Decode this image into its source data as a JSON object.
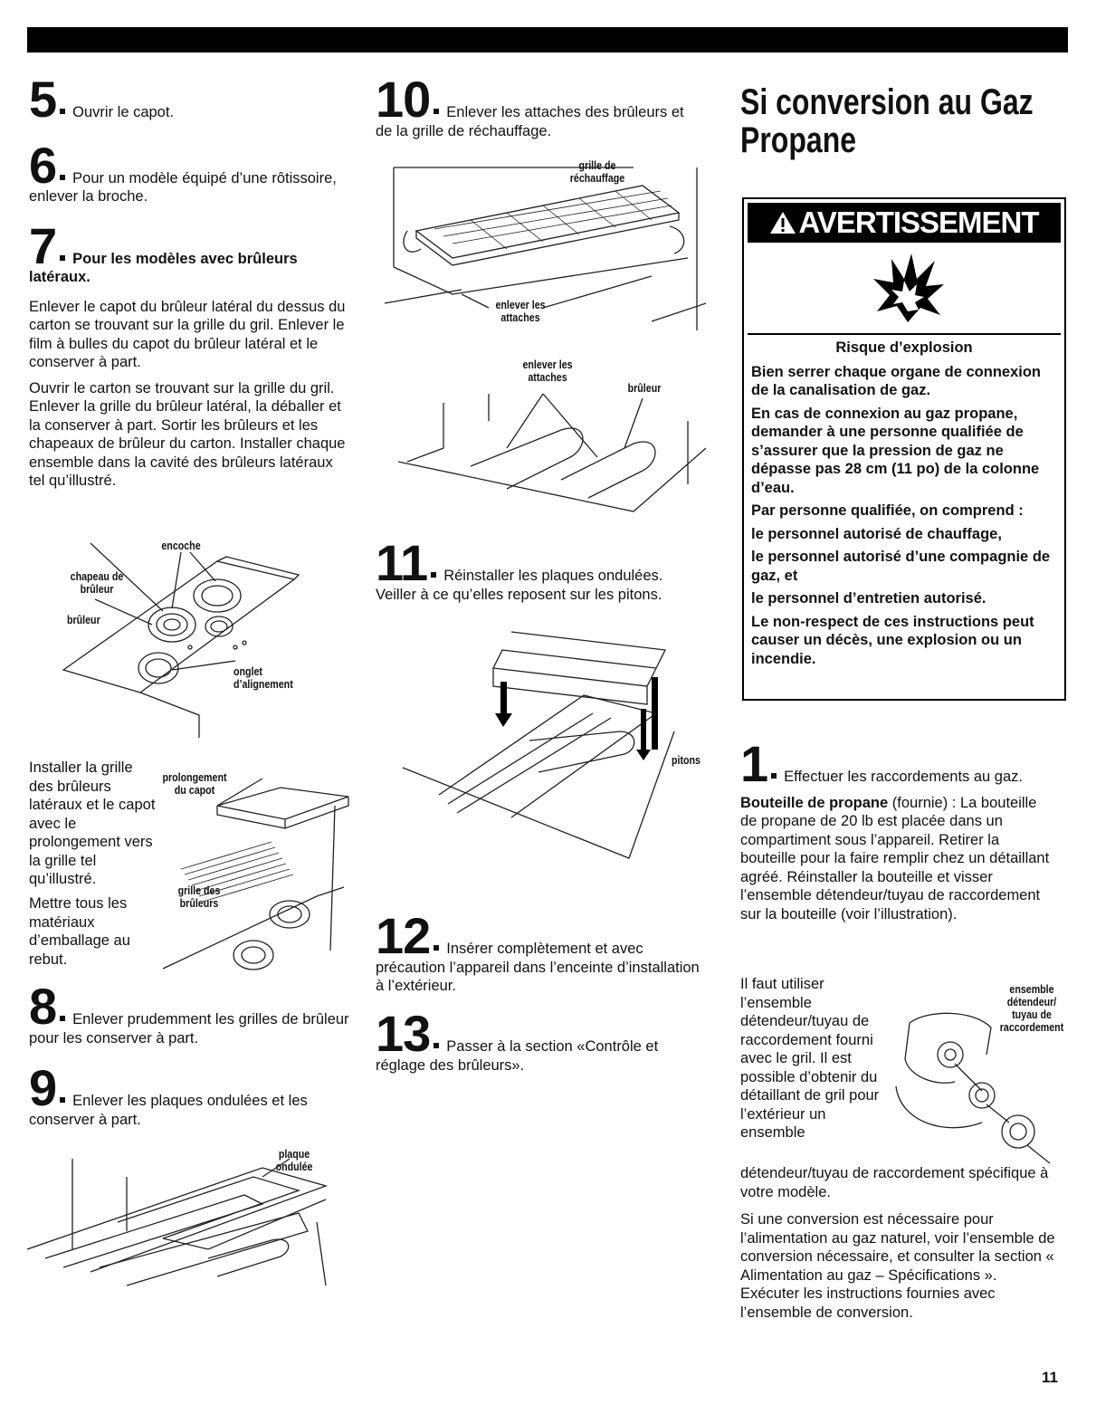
{
  "steps": {
    "s5": {
      "num": "5",
      "text": "Ouvrir le capot."
    },
    "s6": {
      "num": "6",
      "text": "Pour un modèle équipé d’une rôtissoire, enlever la broche."
    },
    "s7": {
      "num": "7",
      "heading": "Pour les modèles avec brûleurs latéraux.",
      "p1": "Enlever le capot du brûleur latéral du dessus du carton se trouvant sur la grille du gril. Enlever le film à bulles du capot du brûleur latéral et le conserver à part.",
      "p2": "Ouvrir le carton se trouvant sur la grille du gril. Enlever la grille du brûleur latéral, la déballer et la conserver à part. Sortir les brûleurs et les chapeaux de brûleur du carton. Installer chaque ensemble dans la cavité des brûleurs latéraux tel qu’illustré.",
      "p3": "Installer la grille des brûleurs latéraux et le capot avec le prolongement vers la grille tel qu’illustré.",
      "p4": "Mettre tous les matériaux d’emballage au rebut."
    },
    "s8": {
      "num": "8",
      "text": "Enlever prudemment les grilles de brûleur pour les conserver à part."
    },
    "s9": {
      "num": "9",
      "text": "Enlever les plaques ondulées et les conserver à part."
    },
    "s10": {
      "num": "10",
      "text": "Enlever les attaches des brûleurs et de la grille de réchauffage."
    },
    "s11": {
      "num": "11",
      "text": "Réinstaller les plaques ondulées. Veiller à ce qu’elles reposent sur les pitons."
    },
    "s12": {
      "num": "12",
      "text": "Insérer complètement et avec précaution l’appareil dans l’enceinte d’installation à l’extérieur."
    },
    "s13": {
      "num": "13",
      "text": "Passer à la section «Contrôle et réglage des brûleurs»."
    }
  },
  "labels": {
    "encoche": "encoche",
    "chapeau": "chapeau de brûleur",
    "bruleur": "brûleur",
    "onglet": "onglet d’alignement",
    "prolongement": "prolongement du capot",
    "grille_bruleurs": "grille des brûleurs",
    "plaque": "plaque ondulée",
    "grille_rechauffage": "grille de réchauffage",
    "enlever_attaches": "enlever les attaches",
    "bruleur2": "brûleur",
    "pitons": "pitons",
    "ensemble": "ensemble détendeur/ tuyau de raccordement"
  },
  "propane": {
    "title": "Si conversion au Gaz Propane",
    "warning_title": "AVERTISSEMENT",
    "risk": "Risque d’explosion",
    "w1": "Bien serrer chaque organe de connexion de la canalisation de gaz.",
    "w2": "En cas de connexion au gaz propane, demander à une personne qualifiée de s’assurer que la pression de gaz ne dépasse pas 28 cm (11 po) de la colonne d’eau.",
    "w3": "Par personne qualifiée, on comprend :",
    "w4": "le personnel autorisé de chauffage,",
    "w5": "le personnel autorisé d’une compagnie de gaz, et",
    "w6": "le personnel d’entretien autorisé.",
    "w7": "Le non-respect de ces instructions peut causer un décès, une explosion ou un incendie.",
    "s1_num": "1",
    "s1_text": "Effectuer les raccordements au gaz.",
    "bottle_label": "Bouteille de propane",
    "bottle_text": "(fournie) : La bouteille de propane de 20 lb est placée dans un compartiment sous l’appareil. Retirer la bouteille pour la faire remplir chez un détaillant agréé. Réinstaller la bouteille et visser l’ensemble détendeur/tuyau de raccordement sur la bouteille (voir l’illustration).",
    "p_ensemble_a": "Il faut utiliser l’ensemble détendeur/tuyau de raccordement fourni avec le gril. Il est possible d’obtenir du détaillant de gril pour l’extérieur un ensemble",
    "p_ensemble_b": "détendeur/tuyau de raccordement spécifique à votre modèle.",
    "p_conversion": "Si une conversion est nécessaire pour l’alimentation au gaz naturel, voir l’ensemble de conversion nécessaire, et consulter la section « Alimentation au gaz – Spécifications ». Exécuter les instructions fournies avec l’ensemble de conversion."
  },
  "page_number": "11"
}
